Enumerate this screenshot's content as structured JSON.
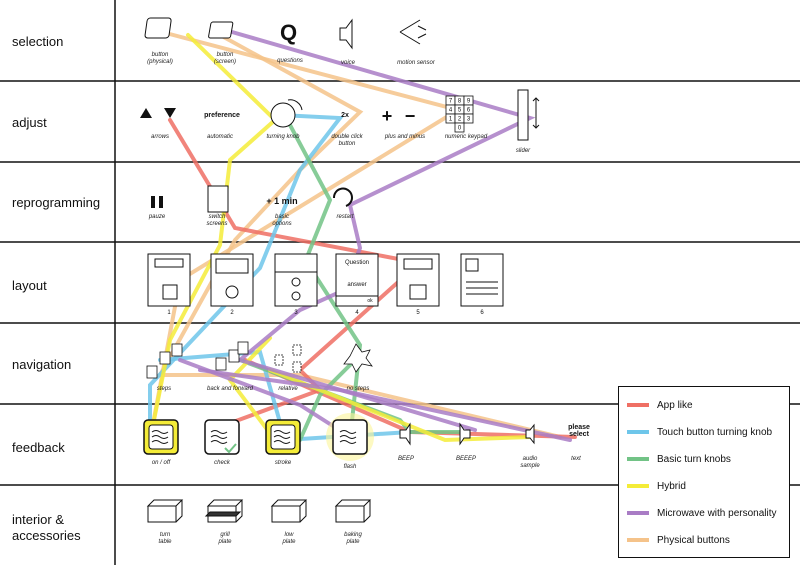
{
  "rows": [
    {
      "label": "selection"
    },
    {
      "label": "adjust"
    },
    {
      "label": "reprogramming"
    },
    {
      "label": "layout"
    },
    {
      "label": "navigation"
    },
    {
      "label": "feedback"
    },
    {
      "label": "interior &\naccessories"
    }
  ],
  "selection": [
    "button\n(physical)",
    "button\n(screen)",
    "questions",
    "voice",
    "motion sensor"
  ],
  "adjust": [
    "arrows",
    "automatic",
    "turning knob",
    "double click\nbutton",
    "plus and minus",
    "numeric keypad",
    "slider"
  ],
  "adjust_extra": {
    "preference": "preference",
    "two_x": "2x",
    "plus": "+",
    "minus": "−",
    "q": "Q"
  },
  "reprogramming": [
    "pauze",
    "switch\nscreens",
    "basic\noptions",
    "restart"
  ],
  "reprog_extra": {
    "one_min": "+ 1 min"
  },
  "layout": [
    "1",
    "2",
    "3",
    "4",
    "5",
    "6"
  ],
  "layout_extra": {
    "question": "Question",
    "answer": "answer",
    "ok": "ok"
  },
  "navigation": [
    "steps",
    "back and forward",
    "relative",
    "no steps"
  ],
  "feedback": [
    "on / off",
    "check",
    "stroke",
    "flash",
    "BEEP",
    "BEEEP",
    "audio\nsample",
    "text"
  ],
  "feedback_extra": {
    "please_select": "please\nselect"
  },
  "interior": [
    "turn\ntable",
    "grill\nplate",
    "low\nplate",
    "baking\nplate"
  ],
  "keypad": [
    "7",
    "8",
    "9",
    "4",
    "5",
    "6",
    "1",
    "2",
    "3",
    "0"
  ],
  "legend": [
    {
      "label": "App like",
      "color": "#ef6f64"
    },
    {
      "label": "Touch button turning knob",
      "color": "#6ec6ea"
    },
    {
      "label": "Basic turn knobs",
      "color": "#72c386"
    },
    {
      "label": "Hybrid",
      "color": "#f4ec38"
    },
    {
      "label": "Microwave with personality",
      "color": "#a97cc5"
    },
    {
      "label": "Physical buttons",
      "color": "#f5c38a"
    }
  ]
}
